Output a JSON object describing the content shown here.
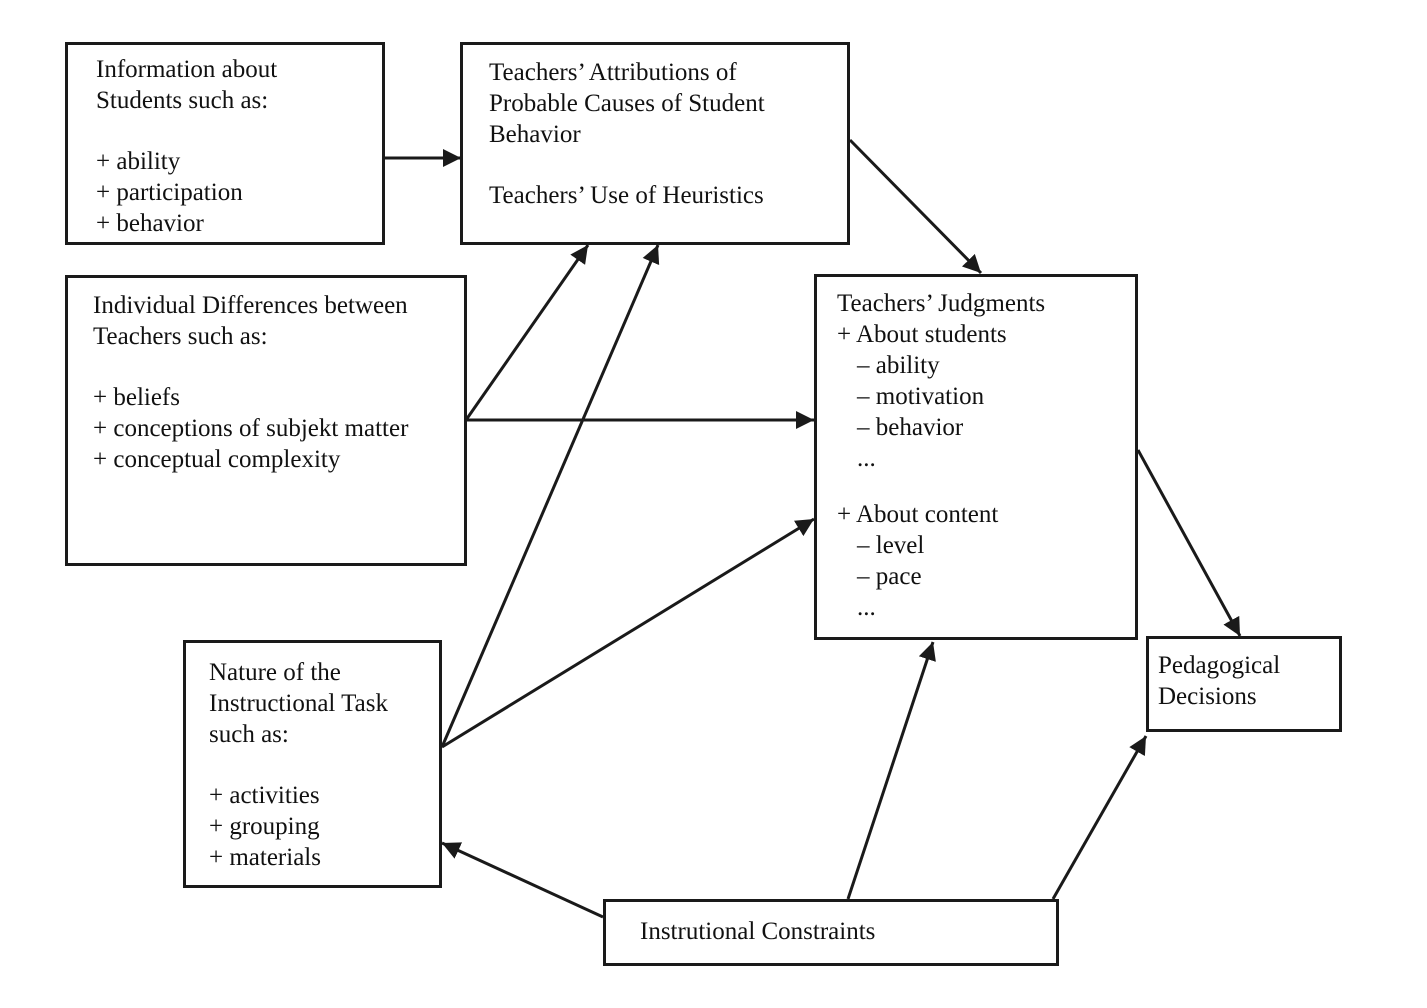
{
  "diagram": {
    "boxes": {
      "info": {
        "title": [
          "Information about",
          "Students such as:"
        ],
        "items": [
          "+ ability",
          "+ participation",
          "+ behavior"
        ]
      },
      "attributions": {
        "lines": [
          "Teachers’ Attributions of",
          "Probable Causes of Student",
          "Behavior"
        ],
        "heuristics": "Teachers’ Use of Heuristics"
      },
      "individual": {
        "title": [
          "Individual Differences between",
          "Teachers such as:"
        ],
        "items": [
          "+ beliefs",
          "+ conceptions of subjekt matter",
          "+ conceptual complexity"
        ]
      },
      "judgments": {
        "title": "Teachers’ Judgments",
        "students_header": "+ About students",
        "students_items": [
          "– ability",
          "– motivation",
          "– behavior",
          "..."
        ],
        "content_header": "+ About content",
        "content_items": [
          "– level",
          "– pace",
          "..."
        ]
      },
      "task": {
        "title": [
          "Nature of the",
          "Instructional Task",
          "such as:"
        ],
        "items": [
          "+ activities",
          "+ grouping",
          "+ materials"
        ]
      },
      "pedagogical": {
        "lines": [
          "Pedagogical",
          "Decisions"
        ]
      },
      "constraints": {
        "label": "Instrutional Constraints"
      }
    },
    "colors": {
      "line": "#1a1a1a",
      "background": "#ffffff"
    }
  }
}
